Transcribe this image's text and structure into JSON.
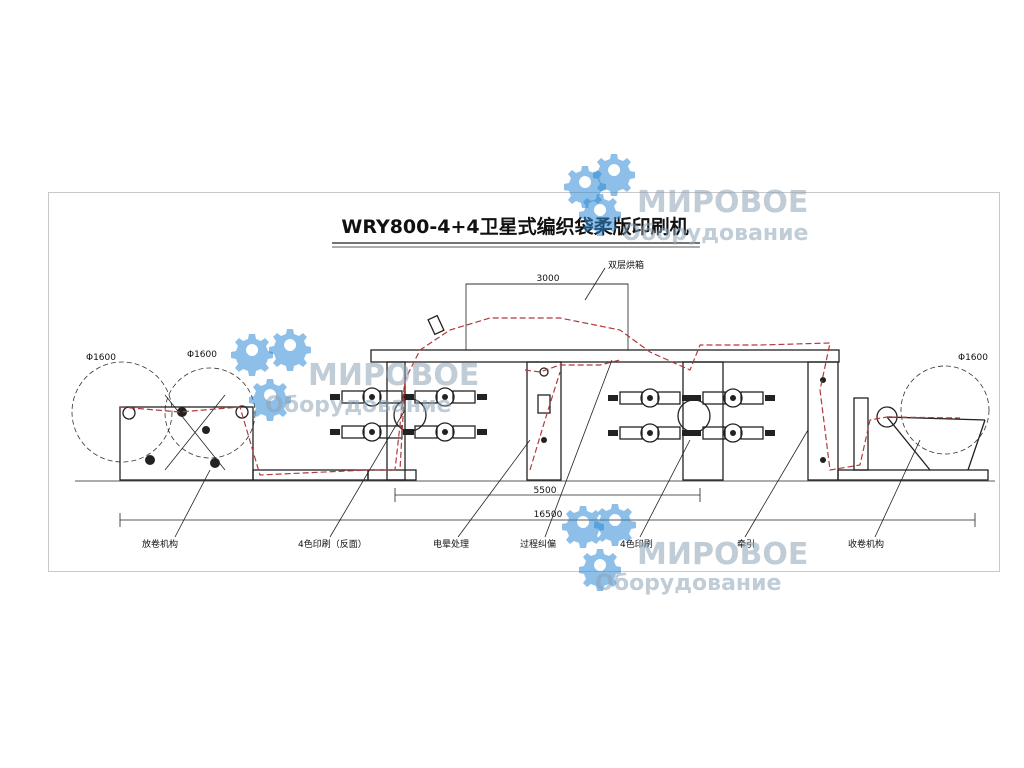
{
  "title": "WRY800-4+4卫星式编织袋柔版印刷机",
  "roll_diameters": [
    "Φ1600",
    "Φ1600",
    "Φ1600"
  ],
  "dimensions": {
    "dryer_width": "3000",
    "span": "5500",
    "overall_length": "16500"
  },
  "callouts": {
    "dryer": "双层烘箱",
    "unwind": "放卷机构",
    "print_reverse": "4色印刷（反面）",
    "corona": "电晕处理",
    "web_guide": "过程纠偏",
    "print_front": "4色印刷",
    "traction": "牵引",
    "rewind": "收卷机构"
  },
  "watermark": {
    "word": "МИРОВОЕ",
    "sub": "Оборудование"
  },
  "colors": {
    "web_path": "#b23a3a",
    "watermark_gear": "#2f8bd6",
    "watermark_text": "#8ea3b5"
  }
}
